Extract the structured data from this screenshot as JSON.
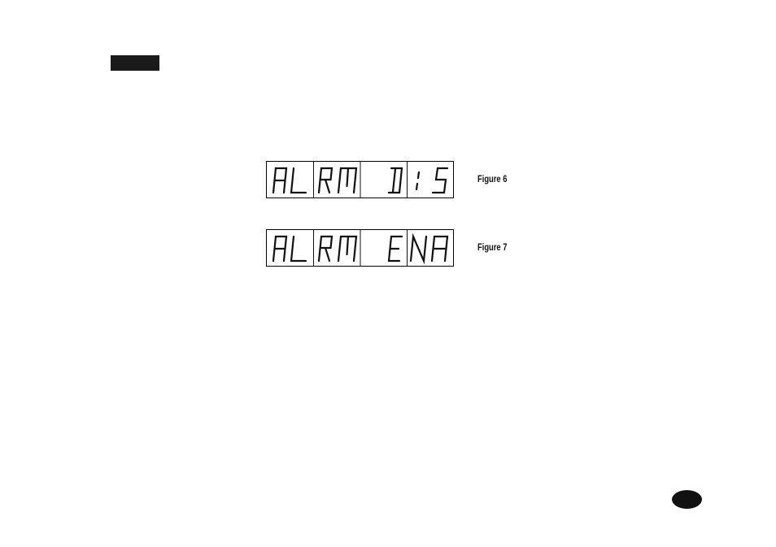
{
  "figures": [
    {
      "id": "figure-6",
      "caption": "Figure 6",
      "display_text": "ALRM DIS",
      "cells": [
        "AL",
        "RM",
        " D",
        "IS"
      ]
    },
    {
      "id": "figure-7",
      "caption": "Figure 7",
      "display_text": "ALRM ENA",
      "cells": [
        "AL",
        "RM",
        " E",
        "NA"
      ]
    }
  ],
  "colors": {
    "ink": "#111111",
    "background": "#ffffff"
  }
}
